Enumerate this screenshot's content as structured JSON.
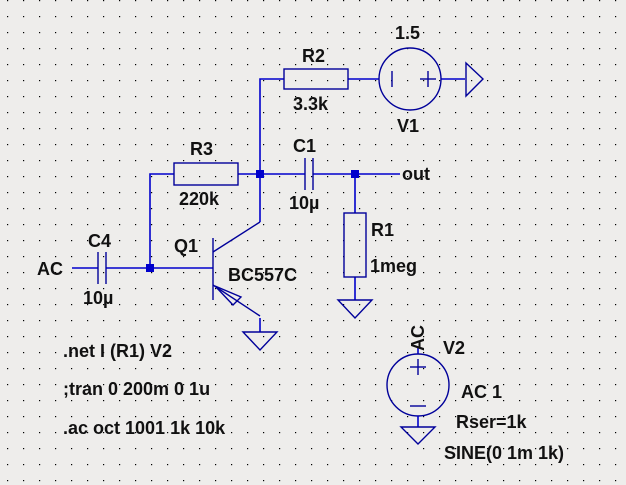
{
  "schematic": {
    "components": {
      "R2": {
        "name": "R2",
        "value": "3.3k"
      },
      "R3": {
        "name": "R3",
        "value": "220k"
      },
      "R1": {
        "name": "R1",
        "value": "1meg"
      },
      "C1": {
        "name": "C1",
        "value": "10µ"
      },
      "C4": {
        "name": "C4",
        "value": "10µ"
      },
      "Q1": {
        "name": "Q1",
        "model": "BC557C"
      },
      "V1": {
        "name": "V1",
        "value": "1.5"
      },
      "V2": {
        "name": "V2",
        "ac": "AC 1",
        "rser": "Rser=1k",
        "sine": "SINE(0 1m 1k)"
      }
    },
    "net_labels": {
      "input": "AC",
      "output": "out",
      "v2_node": "AC"
    },
    "directives": [
      ".net I (R1) V2",
      ";tran 0 200m 0 1u",
      ".ac oct 1001 1k 10k"
    ]
  },
  "colors": {
    "wire": "#0000cc",
    "symbol": "#00009a",
    "background": "#eeedeb",
    "grid_dot": "#000000",
    "text": "#111111"
  }
}
